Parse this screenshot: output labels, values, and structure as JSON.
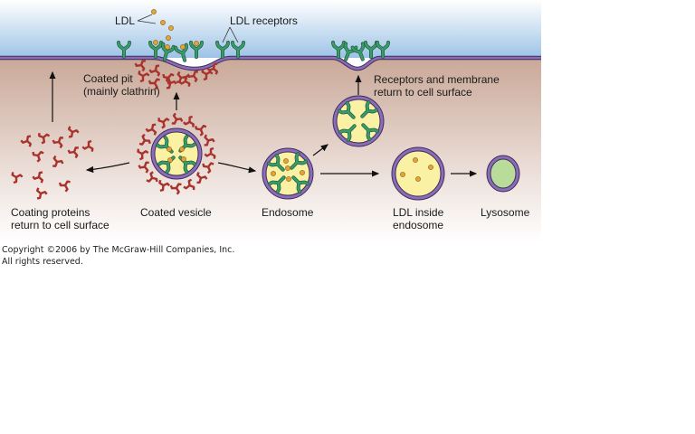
{
  "figure": {
    "labels": {
      "ldl": "LDL",
      "ldl_receptors": "LDL receptors",
      "coated_pit": [
        "Coated pit",
        "(mainly clathrin)"
      ],
      "receptors_return": [
        "Receptors and membrane",
        "return to cell surface"
      ],
      "coating_proteins": [
        "Coating proteins",
        "return to cell surface"
      ],
      "coated_vesicle": "Coated vesicle",
      "endosome": "Endosome",
      "ldl_inside_endosome": [
        "LDL inside",
        "endosome"
      ],
      "lysosome": "Lysosome"
    },
    "colors": {
      "extracellular_top": "#ffffff",
      "extracellular_bottom": "#9dc3e6",
      "cytoplasm_top": "#c9a898",
      "cytoplasm_bottom": "#ffffff",
      "membrane": "#7b5ea7",
      "receptor": "#3a9a6a",
      "ldl": "#e3a53a",
      "clathrin": "#a8322c",
      "vesicle_fill": "#fbf1a4",
      "lysosome_fill": "#b9dc9a"
    }
  },
  "copyright": {
    "line1": "Copyright ©2006 by The McGraw-Hill Companies, Inc.",
    "line2": "All rights reserved."
  }
}
